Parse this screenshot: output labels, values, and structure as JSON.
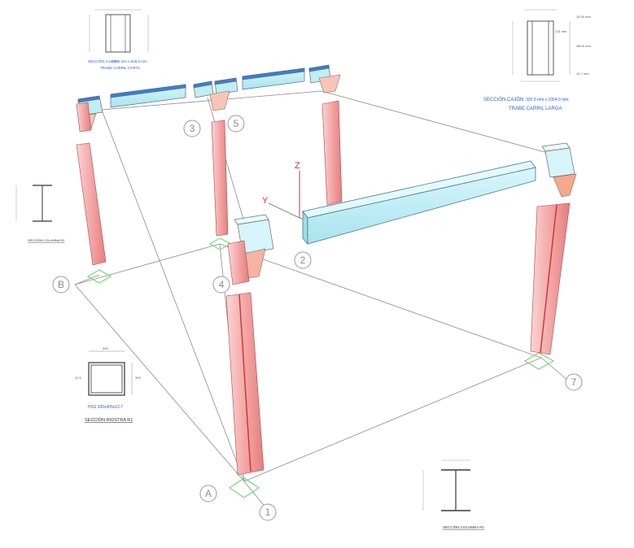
{
  "axes": {
    "z": "Z",
    "y": "Y"
  },
  "grid_labels": {
    "a": "A",
    "b": "B",
    "g1": "1",
    "g2": "2",
    "g3": "3",
    "g4": "4",
    "g5": "5",
    "g7": "7"
  },
  "section_corta": {
    "line1_label": "SECCIÓN CAJÓN",
    "line1_value": "320.0  mm   x   546.0  mm",
    "title": "TRABE CARRIL  CORTA"
  },
  "section_larga": {
    "line1_label": "SECCIÓN CAJÓN",
    "line1_value": "320.0  mm   x   1054.0  mm",
    "title": "TRABE CARRIL LARGA",
    "dim_top": "15.00  mm",
    "dim_web": "121  mm",
    "dim_mid": "580.6  mm",
    "dim_bot": "19.7  mm"
  },
  "section_riostra": {
    "dim_top": "305",
    "dim_left": "12.5",
    "dim_right": "305",
    "caption": "HSS 305x305x12.7",
    "title": "SECCIÓN  RIOSTRA R1"
  },
  "section_col_r2": {
    "title": "SECCIÓN COLUMNA R2"
  },
  "section_col_r1": {
    "title": "SECCIÓN  COLUMNA R1"
  },
  "colors": {
    "beam_face": "#bfeef5",
    "beam_top": "#3a7fd0",
    "column": "#f4a6a6",
    "column_dark": "#e05a5a",
    "support": "#7cd67c"
  }
}
